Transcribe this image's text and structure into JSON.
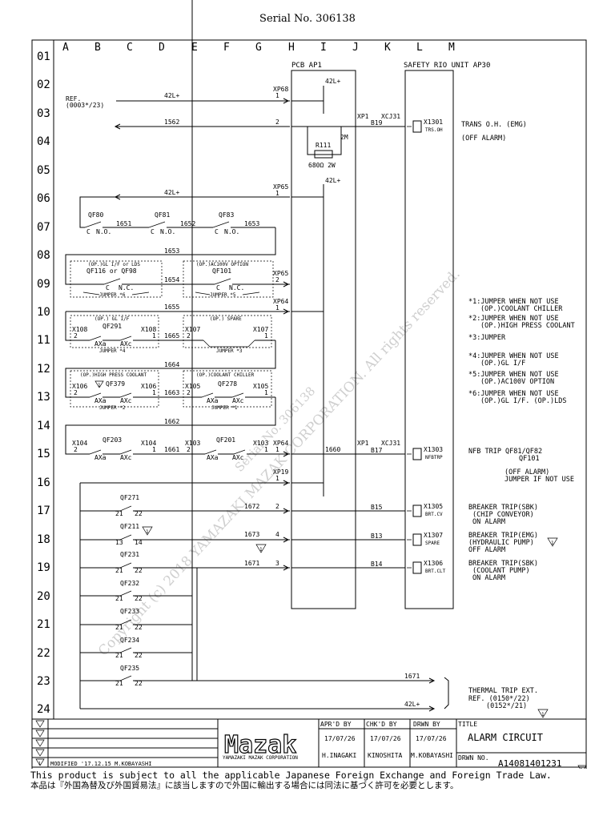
{
  "serial": "Serial No. 306138",
  "columns": [
    "A",
    "B",
    "C",
    "D",
    "E",
    "F",
    "G",
    "H",
    "I",
    "J",
    "K",
    "L",
    "M"
  ],
  "rows": [
    "01",
    "02",
    "03",
    "04",
    "05",
    "06",
    "07",
    "08",
    "09",
    "10",
    "11",
    "12",
    "13",
    "14",
    "15",
    "16",
    "17",
    "18",
    "19",
    "20",
    "21",
    "22",
    "23",
    "24"
  ],
  "headers": {
    "pcb": "PCB  AP1",
    "safety": "SAFETY RIO UNIT AP30"
  },
  "ref_left": {
    "line1": "REF.",
    "line2": "(0003*/23)"
  },
  "labels": {
    "w42l_a": "42L+",
    "xp68": "XP68",
    "n1_a": "1",
    "w42l_b": "42L+",
    "w1562": "1562",
    "n2_a": "2",
    "xp1_a": "XP1",
    "xcj31_a": "XCJ31",
    "b19": "B19",
    "x1301": "X1301",
    "trsoh": "TRS.OH",
    "r111": "R111",
    "r2m": "2M",
    "r680": "680Ω  2W",
    "w42l_c": "42L+",
    "xp65_a": "XP65",
    "n1_b": "1",
    "w42l_d": "42L+",
    "qf80": "QF80",
    "qf81": "QF81",
    "qf83": "QF83",
    "c1": "C",
    "no1": "N.O.",
    "c2": "C",
    "no2": "N.O.",
    "c3": "C",
    "no3": "N.O.",
    "w1651": "1651",
    "w1652": "1652",
    "w1653a": "1653",
    "w1653b": "1653",
    "opt1": "(OP.)GL I/F or LDS",
    "qf116": "QF116 or QF98",
    "c4": "C",
    "nc4": "N.C.",
    "j6": "JUMPER *6",
    "w1654": "1654",
    "opt2": "(OP.)AC100V OPTION",
    "qf101": "QF101",
    "c5": "C",
    "nc5": "N.C.",
    "j5": "JUMPER *5",
    "xp65_b": "XP65",
    "n2_b": "2",
    "xp64_a": "XP64",
    "n1_c": "1",
    "w1655": "1655",
    "opt3": "(OP.) GL I/F",
    "qf291": "QF291",
    "x108a": "X108",
    "x108b": "X108",
    "n2_c": "2",
    "n1_d": "1",
    "axa1": "AXa",
    "axc1": "AXc",
    "j4": "JUMPER *4",
    "w1665": "1665",
    "opt4": "(OP.) SPARE",
    "x107a": "X107",
    "x107b": "X107",
    "n2_d": "2",
    "n1_e": "1",
    "j3": "JUMPER *3",
    "w1664": "1664",
    "opt5": "(OP.)HIGH PRESS COOLANT",
    "qf379": "QF379",
    "x106a": "X106",
    "x106b": "X106",
    "n2_e": "2",
    "n1_f": "1",
    "axa2": "AXa",
    "axc2": "AXc",
    "j2": "JUMPER *2",
    "w1663": "1663",
    "opt6": "(OP.)COOLANT CHILLER",
    "qf278": "QF278",
    "x105a": "X105",
    "x105b": "X105",
    "n2_f": "2",
    "n1_g": "1",
    "axa3": "AXa",
    "axc3": "AXc",
    "j1": "JUMPER *1",
    "w1662": "1662",
    "x104a": "X104",
    "qf203": "QF203",
    "x104b": "X104",
    "n2_g": "2",
    "n1_h": "1",
    "axa4": "AXa",
    "axc4": "AXc",
    "w1661": "1661",
    "x103a": "X103",
    "qf201": "QF201",
    "x103b": "X103",
    "n2_h": "2",
    "n1_i": "1",
    "axa5": "AXa",
    "axc5": "AXc",
    "xp64_b": "XP64",
    "n1_j": "1",
    "w1660": "1660",
    "xp1_b": "XP1",
    "xcj31_b": "XCJ31",
    "b17": "B17",
    "x1303": "X1303",
    "nfbtrp": "NFBTRP",
    "xp19": "XP19",
    "n1_k": "1",
    "qf271": "QF271",
    "t21a": "21",
    "t22a": "22",
    "w1672": "1672",
    "n2_i": "2",
    "b15": "B15",
    "x1305": "X1305",
    "brtcv": "BRT.CV",
    "qf211": "QF211",
    "t13": "13",
    "t14": "14",
    "w1673": "1673",
    "n4": "4",
    "b13": "B13",
    "x1307": "X1307",
    "spare": "SPARE",
    "qf231": "QF231",
    "t21b": "21",
    "t22b": "22",
    "w1671a": "1671",
    "n3": "3",
    "b14": "B14",
    "x1306": "X1306",
    "brtclt": "BRT.CLT",
    "qf232": "QF232",
    "t21c": "21",
    "t22c": "22",
    "qf233": "QF233",
    "t21d": "21",
    "t22d": "22",
    "qf234": "QF234",
    "t21e": "21",
    "t22e": "22",
    "qf235": "QF235",
    "t21f": "21",
    "t22f": "22",
    "w1671b": "1671",
    "w42l_e": "42L+",
    "tri1": "1",
    "tri2": "1",
    "tri3": "1",
    "tri4": "1",
    "tri5": "1",
    "tri6": "1"
  },
  "notes_right": {
    "trans1": "TRANS O.H. (EMG)",
    "trans2": "(OFF ALARM)",
    "j1a": "*1:JUMPER WHEN NOT USE",
    "j1b": "(OP.)COOLANT CHILLER",
    "j2a": "*2:JUMPER WHEN NOT USE",
    "j2b": "(OP.)HIGH PRESS COOLANT",
    "j3a": "*3:JUMPER",
    "j4a": "*4:JUMPER WHEN NOT USE",
    "j4b": "(OP.)GL I/F",
    "j5a": "*5:JUMPER WHEN NOT USE",
    "j5b": "(OP.)AC100V OPTION",
    "j6a": "*6:JUMPER WHEN NOT USE",
    "j6b": "(OP.)GL I/F. (OP.)LDS",
    "nfb1": "NFB TRIP QF81/QF82",
    "nfb2": "QF101",
    "nfb3": "(OFF ALARM)",
    "nfb4": "JUMPER IF NOT USE",
    "brk1a": "BREAKER TRIP(SBK)",
    "brk1b": "(CHIP CONVEYOR)",
    "brk1c": "ON ALARM",
    "brk2a": "BREAKER TRIP(EMG)",
    "brk2b": "(HYDRAULIC PUMP)",
    "brk2c": "OFF ALARM",
    "brk3a": "BREAKER TRIP(SBK)",
    "brk3b": "(COOLANT PUMP)",
    "brk3c": "ON ALARM",
    "th1": "THERMAL TRIP EXT.",
    "th2": "REF. (0150*/22)",
    "th3": "(0152*/21)"
  },
  "title_block": {
    "apr": "APR'D BY",
    "chk": "CHK'D BY",
    "drwn": "DRWN BY",
    "title_hdr": "TITLE",
    "date1": "17/07/26",
    "date2": "17/07/26",
    "date3": "17/07/26",
    "name1": "H.INAGAKI",
    "name2": "KINOSHITA",
    "name3": "M.KOBAYASHI",
    "title": "ALARM CIRCUIT",
    "drwn_no_label": "DRWN NO.",
    "drwn_no": "A14081401231",
    "logo": "Mazak",
    "company": "YAMAZAKI MAZAK CORPORATION",
    "rev1": "MODIFIED '17.12.15 M.KOBAYASHI",
    "rev_mark": "1"
  },
  "watermark": "Copyright (c) 2018 YAMAZAKI MAZAK CORPORATION. All rights reserved.",
  "watermark2": "Serial No. 306138",
  "footer": {
    "en": "This product is subject to all the applicable Japanese Foreign Exchange and Foreign Trade Law.",
    "jp": "本品は『外国為替及び外国貿易法』に該当しますので外国に輸出する場合には同法に基づく許可を必要とします。"
  }
}
